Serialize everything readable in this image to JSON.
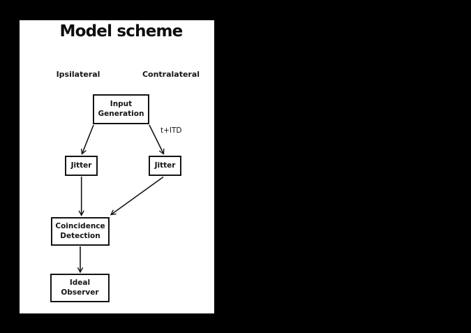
{
  "colors": {
    "background": "#000000",
    "panel": "#ffffff",
    "ink": "#141414"
  },
  "panel": {
    "title": "Model scheme",
    "columns": {
      "left": "Ipsilateral",
      "right": "Contralateral"
    },
    "nodes": {
      "input_generation": {
        "label": "Input\nGeneration"
      },
      "jitter_ipsi": {
        "label": "Jitter"
      },
      "jitter_contra": {
        "label": "Jitter"
      },
      "coincidence_detection": {
        "label": "Coincidence\nDetection"
      },
      "ideal_observer": {
        "label": "Ideal\nObserver"
      }
    },
    "edges": [
      {
        "from": "input_generation",
        "to": "jitter_ipsi",
        "label": ""
      },
      {
        "from": "input_generation",
        "to": "jitter_contra",
        "label": "t+ITD"
      },
      {
        "from": "jitter_ipsi",
        "to": "coincidence_detection",
        "label": ""
      },
      {
        "from": "jitter_contra",
        "to": "coincidence_detection",
        "label": ""
      },
      {
        "from": "coincidence_detection",
        "to": "ideal_observer",
        "label": ""
      }
    ]
  }
}
